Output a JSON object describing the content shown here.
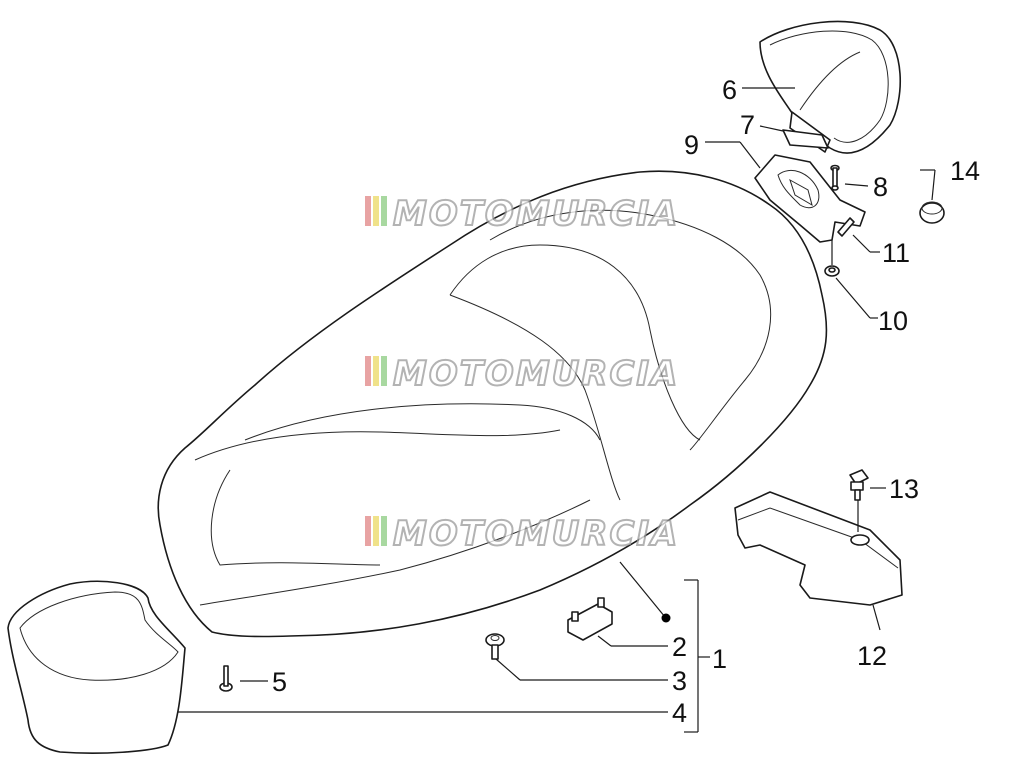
{
  "diagram": {
    "watermark": "MOTOMURCIA",
    "watermark_colors": [
      "#e8a3a3",
      "#f0e28a",
      "#a8d8a0",
      "#9a9a9a"
    ],
    "callouts": [
      {
        "id": "1",
        "label": "1"
      },
      {
        "id": "2",
        "label": "2"
      },
      {
        "id": "3",
        "label": "3"
      },
      {
        "id": "4",
        "label": "4"
      },
      {
        "id": "5",
        "label": "5"
      },
      {
        "id": "6",
        "label": "6"
      },
      {
        "id": "7",
        "label": "7"
      },
      {
        "id": "8",
        "label": "8"
      },
      {
        "id": "9",
        "label": "9"
      },
      {
        "id": "10",
        "label": "10"
      },
      {
        "id": "11",
        "label": "11"
      },
      {
        "id": "12",
        "label": "12"
      },
      {
        "id": "13",
        "label": "13"
      },
      {
        "id": "14",
        "label": "14"
      }
    ]
  }
}
